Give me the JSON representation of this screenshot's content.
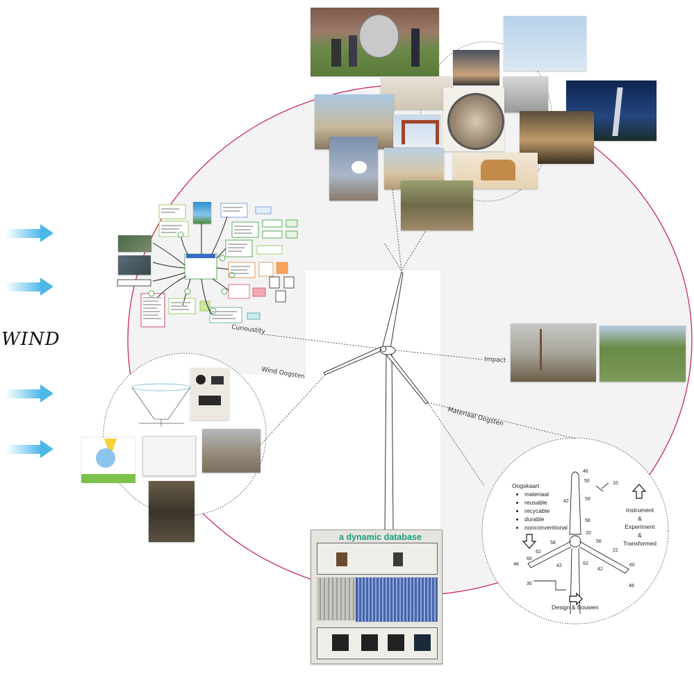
{
  "labels": {
    "wind": "WIND",
    "curiosity": "Curioustity",
    "impact": "Impact",
    "wind_oogsten": "Wind Oogsten",
    "materiaal_oogsten": "Materiaal Oogsten",
    "dynamic_database": "a dynamic database"
  },
  "oogskaart": {
    "title": "Oogskaart",
    "items": [
      "materiaal",
      "reusable",
      "recycable",
      "durable",
      "nonconventional"
    ],
    "right_lines": [
      "Instrument",
      "&",
      "Experiment",
      "&",
      "Transformed"
    ],
    "bottom": "Design & Bouwen",
    "numbers": [
      "46",
      "50",
      "10",
      "42",
      "59",
      "58",
      "20",
      "58",
      "56",
      "22",
      "62",
      "42",
      "60",
      "48",
      "60",
      "52",
      "42",
      "48",
      "30"
    ]
  },
  "colors": {
    "ring": "#c2185b",
    "region": "#f3f3f3",
    "arrow": "#4bb8e8",
    "db_title": "#1aa07e"
  },
  "icons": [
    "wind-arrow-icon",
    "arrow-down-icon",
    "arrow-up-icon",
    "arrow-right-icon"
  ]
}
